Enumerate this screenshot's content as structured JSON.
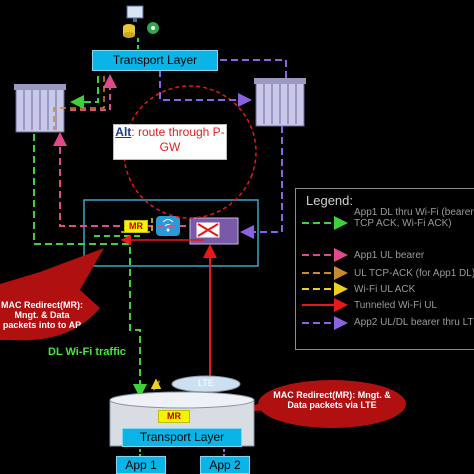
{
  "top": {
    "transport_layer": "Transport Layer"
  },
  "alt": {
    "key": "Alt",
    "text": ": route through P-GW"
  },
  "legend": {
    "title": "Legend:",
    "items": [
      {
        "label": "App1 DL thru Wi-Fi (bearer, TCP ACK, Wi-Fi ACK)",
        "color": "#3fd13a",
        "dash": "dashed"
      },
      {
        "label": "App1 UL bearer",
        "color": "#e04a8a",
        "dash": "dashed"
      },
      {
        "label": "UL TCP-ACK (for App1 DL)",
        "color": "#c98a2e",
        "dash": "dashed"
      },
      {
        "label": "Wi-Fi UL ACK",
        "color": "#e8d21f",
        "dash": "dashed"
      },
      {
        "label": "Tunneled Wi-Fi UL",
        "color": "#e81818",
        "dash": "solid"
      },
      {
        "label": "App2 UL/DL bearer thru LTE",
        "color": "#8a64e0",
        "dash": "dashed"
      }
    ]
  },
  "callout_left": "MAC Redirect(MR): Mngt. & Data packets into to AP",
  "callout_right": "MAC Redirect(MR): Mngt. & Data packets via LTE",
  "dl_label": "DL Wi-Fi traffic",
  "mr_tag": "MR",
  "lte_label": "LTE",
  "ue": {
    "transport_layer": "Transport Layer",
    "app1": "App 1",
    "app2": "App 2"
  },
  "colors": {
    "background": "#000000",
    "transport": "#0ab4e6",
    "dl_green": "#3fd13a",
    "ul_pink": "#e04a8a",
    "tcp_ack": "#c98a2e",
    "wifi_ack": "#e8d21f",
    "tunnel_red": "#e81818",
    "lte_purple": "#8a64e0",
    "alt_red": "#e02020",
    "callout": "#b01010"
  },
  "icons": [
    "database-icon",
    "monitor-icon",
    "server-icon",
    "ap-icon",
    "enb-icon",
    "phone-icon"
  ]
}
